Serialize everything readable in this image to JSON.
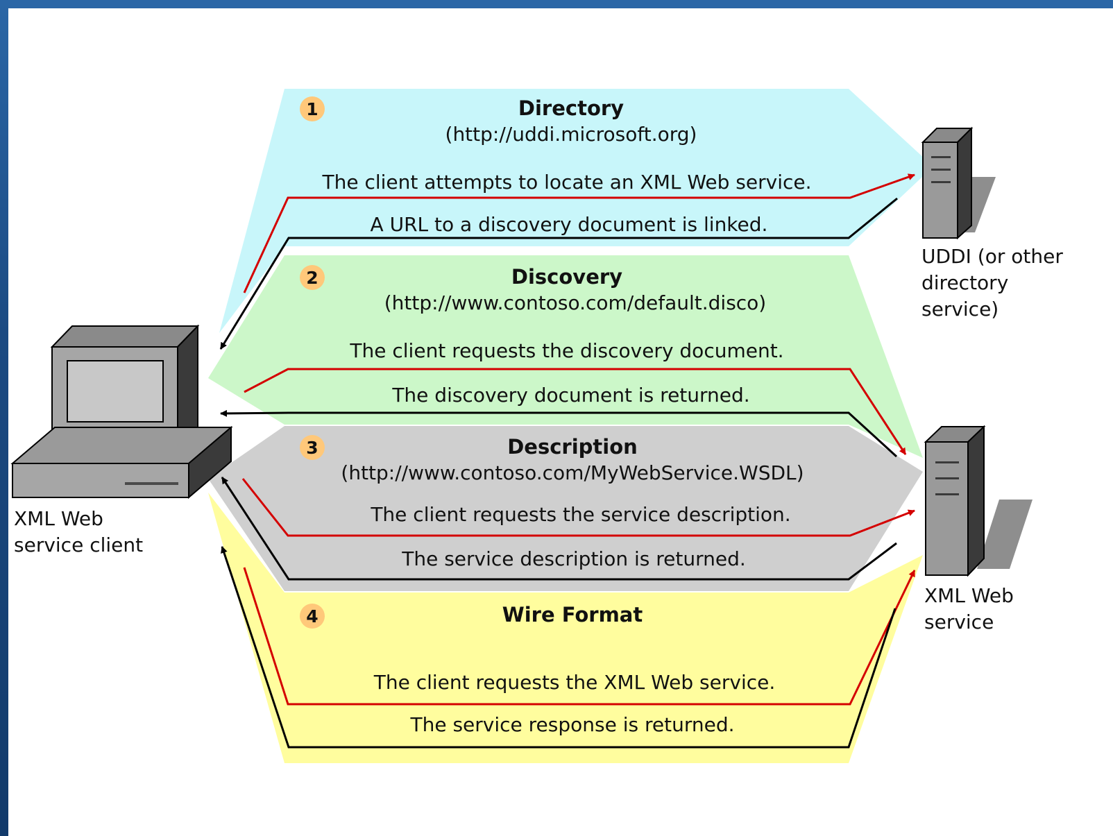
{
  "colors": {
    "directory_band": "#c8f6fa",
    "discovery_band": "#ccf7c9",
    "description_band": "#cfcfcf",
    "wire_band": "#fffd9e",
    "request_arrow": "#d40000",
    "response_arrow": "#000000",
    "badge": "#ffc87a"
  },
  "sections": [
    {
      "number": "1",
      "title": "Directory",
      "url": "(http://uddi.microsoft.org)",
      "request": "The client attempts to locate an XML Web service.",
      "response": "A URL to a discovery document is linked."
    },
    {
      "number": "2",
      "title": "Discovery",
      "url": "(http://www.contoso.com/default.disco)",
      "request": "The client requests the discovery document.",
      "response": "The discovery document is returned."
    },
    {
      "number": "3",
      "title": "Description",
      "url": "(http://www.contoso.com/MyWebService.WSDL)",
      "request": "The client requests the service description.",
      "response": "The service description is returned."
    },
    {
      "number": "4",
      "title": "Wire Format",
      "url": "",
      "request": "The client requests the XML Web service.",
      "response": "The service response is returned."
    }
  ],
  "nodes": {
    "client": {
      "icon": "desktop-computer-icon",
      "label_lines": [
        "XML Web",
        "service client"
      ]
    },
    "uddi": {
      "icon": "server-tower-icon",
      "label_lines": [
        "UDDI (or other",
        "directory",
        "service)"
      ]
    },
    "web_service": {
      "icon": "server-tower-icon",
      "label_lines": [
        "XML Web",
        "service"
      ]
    }
  }
}
